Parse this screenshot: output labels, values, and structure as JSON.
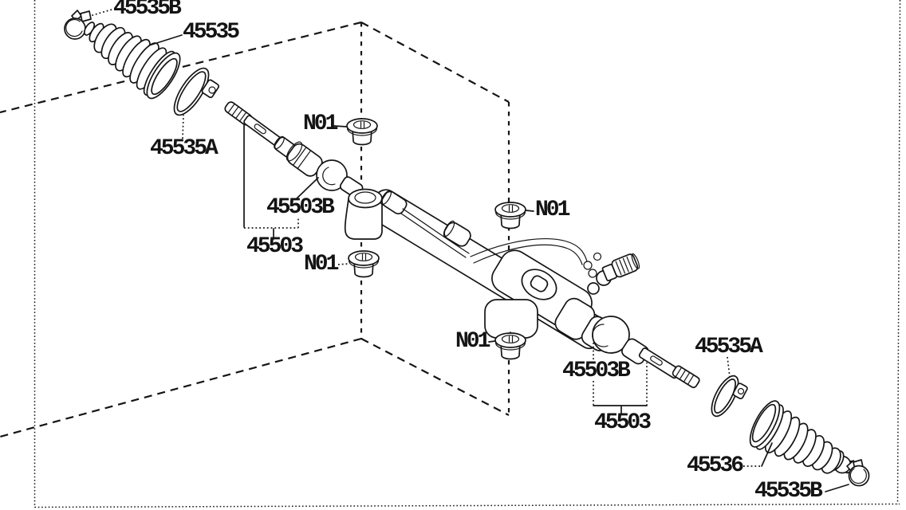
{
  "figure": {
    "labels": {
      "clamp_top_left": "45535B",
      "boot_left": "45535",
      "clamp_ring_left": "45535A",
      "grommet_top": "N01",
      "rack_end_upper": "45503B",
      "gear_assembly_upper": "45503",
      "grommet_mid_left": "N01",
      "grommet_right": "N01",
      "grommet_bottom": "N01",
      "rack_end_lower": "45503B",
      "gear_assembly_lower": "45503",
      "clamp_ring_right": "45535A",
      "boot_right": "45536",
      "clamp_bottom_right": "45535B"
    },
    "colors": {
      "line": "#151515",
      "background": "#ffffff"
    }
  }
}
